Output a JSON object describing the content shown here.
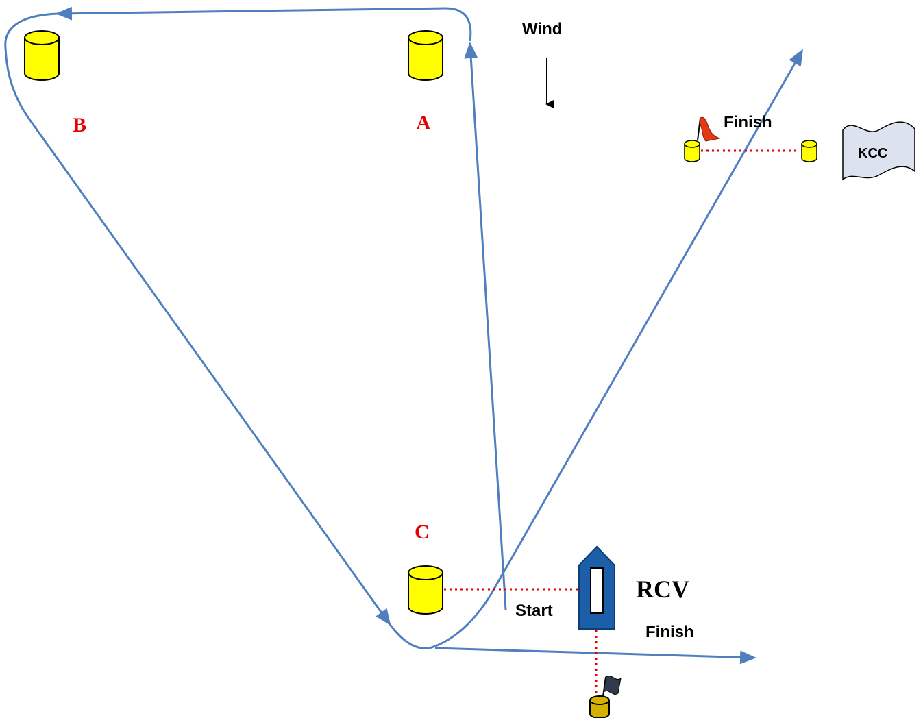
{
  "diagram": {
    "labels": {
      "wind": "Wind",
      "mark_a": "A",
      "mark_b": "B",
      "mark_c": "C",
      "finish_top": "Finish",
      "finish_bottom": "Finish",
      "start": "Start",
      "rcv": "RCV",
      "kcc": "KCC"
    },
    "colors": {
      "course_line": "#4f7fbf",
      "mark_fill": "#ffff00",
      "pin_fill": "#d4b000",
      "mark_letter": "#e60000",
      "dotted_line": "#e00000",
      "rcv_body": "#1c5fa8",
      "kcc_fill": "#dde3ee",
      "text": "#000000"
    },
    "icons": [
      "buoy-icon",
      "boat-icon",
      "flag-icon",
      "document-icon",
      "arrow-icon"
    ]
  }
}
